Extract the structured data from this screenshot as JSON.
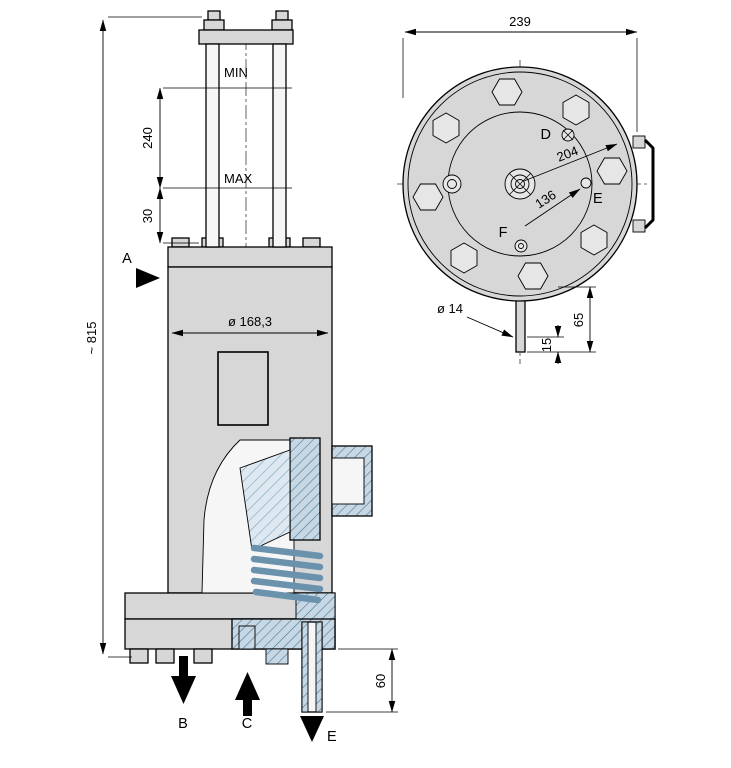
{
  "colors": {
    "metal": "#d7d7d7",
    "metal_light": "#e6e6e6",
    "interior": "#f6f6f6",
    "section_bg": "#c7d8e4",
    "section_line": "#4f7d9e",
    "spring": "#6b92ad"
  },
  "front_view": {
    "min_label": "MIN",
    "max_label": "MAX",
    "dim_240": "240",
    "dim_30": "30",
    "dim_height": "~ 815",
    "dim_diameter": "ø 168,3",
    "dim_60": "60",
    "label_a": "A",
    "label_b": "B",
    "label_c": "C",
    "label_e": "E"
  },
  "top_view": {
    "dim_239": "239",
    "dim_204": "204",
    "dim_136": "136",
    "dim_pin_diameter": "ø 14",
    "dim_15": "15",
    "dim_65": "65",
    "label_d": "D",
    "label_e": "E",
    "label_f": "F"
  }
}
